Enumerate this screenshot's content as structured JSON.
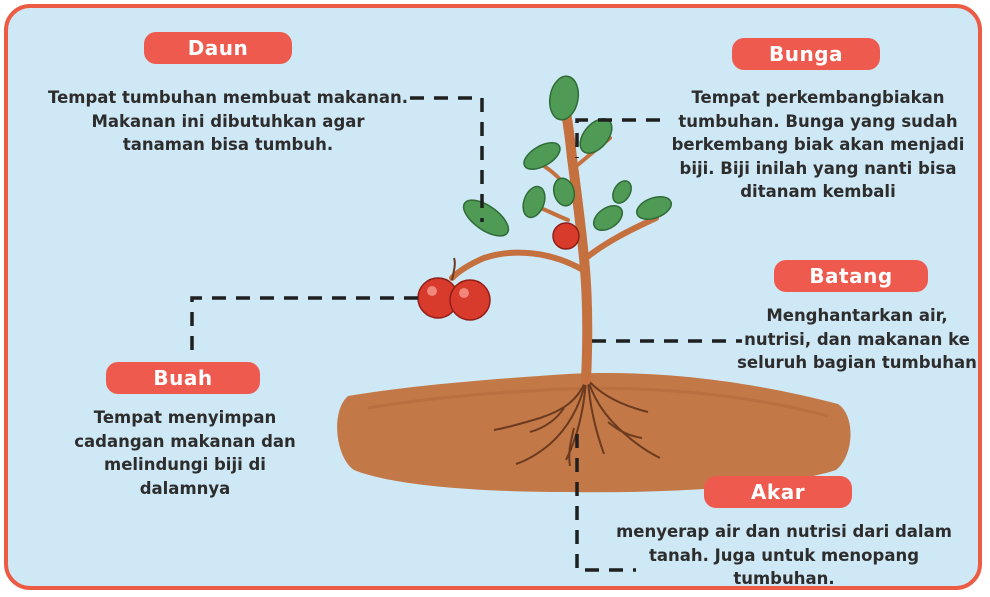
{
  "colors": {
    "border": "#ec5b43",
    "background": "#cfe8f6",
    "label_bg": "#ef5a4e",
    "label_text": "#ffffff",
    "description_text": "#2d2d2d",
    "soil": "#c37847",
    "stem": "#c4703f",
    "leaf": "#4f9a55",
    "fruit": "#d83a2c"
  },
  "parts": {
    "daun": {
      "label": "Daun",
      "description": "Tempat tumbuhan membuat makanan. Makanan ini dibutuhkan agar tanaman bisa tumbuh."
    },
    "bunga": {
      "label": "Bunga",
      "description": "Tempat perkembangbiakan tumbuhan. Bunga yang sudah berkembang biak akan menjadi biji. Biji inilah yang nanti bisa ditanam kembali"
    },
    "batang": {
      "label": "Batang",
      "description": "Menghantarkan air, nutrisi, dan makanan ke seluruh bagian tumbuhan"
    },
    "buah": {
      "label": "Buah",
      "description": "Tempat menyimpan cadangan makanan dan melindungi biji di dalamnya"
    },
    "akar": {
      "label": "Akar",
      "description": "menyerap air dan nutrisi dari dalam tanah. Juga untuk menopang tumbuhan."
    }
  }
}
